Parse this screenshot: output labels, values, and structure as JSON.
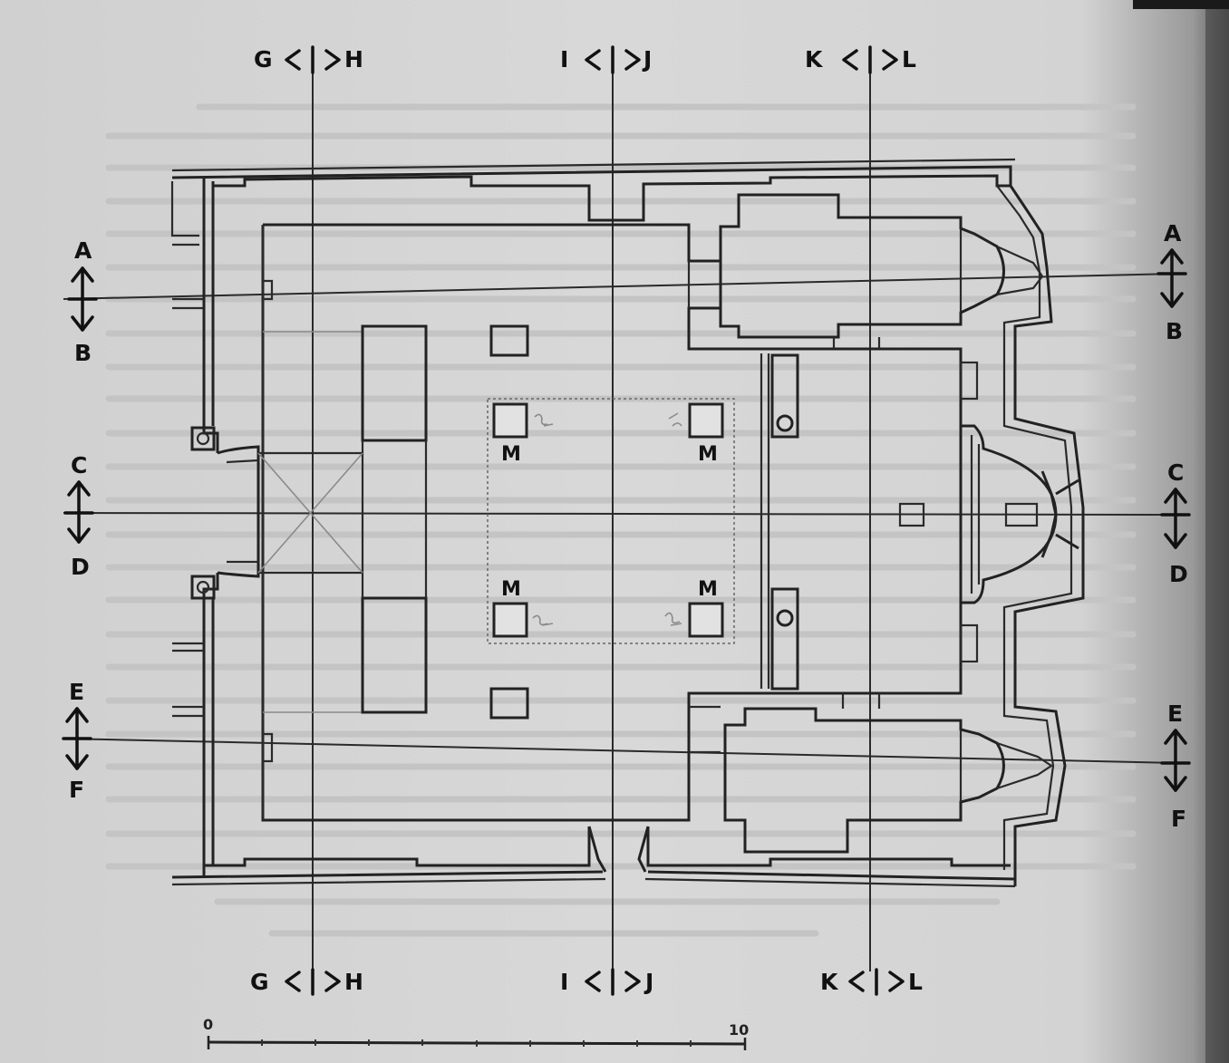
{
  "section_markers": {
    "top": [
      {
        "left": "G",
        "right": "H"
      },
      {
        "left": "I",
        "right": "J"
      },
      {
        "left": "K",
        "right": "L"
      }
    ],
    "bottom": [
      {
        "left": "G",
        "right": "H"
      },
      {
        "left": "I",
        "right": "J"
      },
      {
        "left": "K",
        "right": "L"
      }
    ],
    "left": [
      {
        "top": "A",
        "bottom": "B"
      },
      {
        "top": "C",
        "bottom": "D"
      },
      {
        "top": "E",
        "bottom": "F"
      }
    ],
    "right": [
      {
        "top": "A",
        "bottom": "B"
      },
      {
        "top": "C",
        "bottom": "D"
      },
      {
        "top": "E",
        "bottom": "F"
      }
    ]
  },
  "pier_label": "M",
  "scale_bar": {
    "start_label": "0",
    "end_label": "10"
  }
}
